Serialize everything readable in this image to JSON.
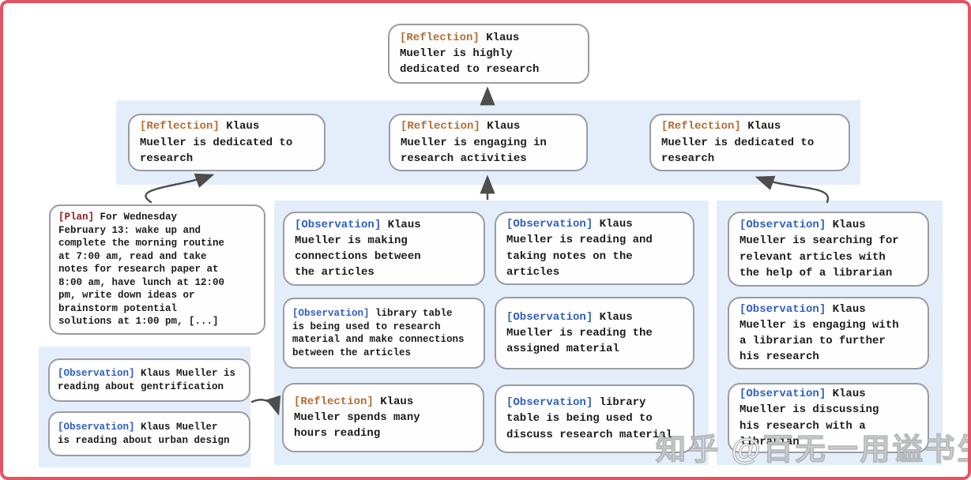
{
  "nodes": {
    "root": {
      "tag": "[Reflection]",
      "type": "reflection",
      "text": " Klaus\nMueller is highly\ndedicated to research"
    },
    "refl_left": {
      "tag": "[Reflection]",
      "type": "reflection",
      "text": " Klaus\nMueller is dedicated to\nresearch"
    },
    "refl_mid": {
      "tag": "[Reflection]",
      "type": "reflection",
      "text": " Klaus\nMueller is engaging in\nresearch activities"
    },
    "refl_right": {
      "tag": "[Reflection]",
      "type": "reflection",
      "text": " Klaus\nMueller is dedicated to\nresearch"
    },
    "plan": {
      "tag": "[Plan]",
      "type": "plan",
      "text": " For Wednesday\nFebruary 13: wake up and\ncomplete the morning routine\nat 7:00 am, read and take\nnotes for research paper at\n8:00 am, have lunch at 12:00\npm, write down ideas or\nbrainstorm potential\nsolutions at 1:00 pm, [...]"
    },
    "obs_gentrification": {
      "tag": "[Observation]",
      "type": "observation",
      "text": " Klaus Mueller is\nreading about gentrification"
    },
    "obs_urban_design": {
      "tag": "[Observation]",
      "type": "observation",
      "text": " Klaus Mueller\nis reading about urban design"
    },
    "obs_connections": {
      "tag": "[Observation]",
      "type": "observation",
      "text": " Klaus\nMueller is making\nconnections between\nthe articles"
    },
    "obs_library_research": {
      "tag": "[Observation]",
      "type": "observation",
      "text": " library table\nis being used to research\nmaterial and make connections\nbetween the articles"
    },
    "refl_hours": {
      "tag": "[Reflection]",
      "type": "reflection",
      "text": " Klaus\nMueller spends many\nhours reading"
    },
    "obs_taking_notes": {
      "tag": "[Observation]",
      "type": "observation",
      "text": " Klaus\nMueller is reading and\ntaking notes on the\narticles"
    },
    "obs_assigned_material": {
      "tag": "[Observation]",
      "type": "observation",
      "text": " Klaus\nMueller is reading the\nassigned material"
    },
    "obs_library_discuss": {
      "tag": "[Observation]",
      "type": "observation",
      "text": " library\ntable is being used to\ndiscuss research material"
    },
    "obs_searching": {
      "tag": "[Observation]",
      "type": "observation",
      "text": " Klaus\nMueller is searching for\nrelevant articles with\nthe help of a librarian"
    },
    "obs_engaging": {
      "tag": "[Observation]",
      "type": "observation",
      "text": " Klaus\nMueller is engaging with\na librarian to further\nhis research"
    },
    "obs_discussing": {
      "tag": "[Observation]",
      "type": "observation",
      "text": " Klaus\nMueller is discussing\nhis research with a\nlibrarian"
    }
  },
  "edges": [
    {
      "from": "refl_mid",
      "to": "root"
    },
    {
      "from": "plan",
      "to": "refl_left"
    },
    {
      "from": "middle_panel",
      "to": "refl_mid"
    },
    {
      "from": "right_panel",
      "to": "refl_right"
    },
    {
      "from": "left_panel",
      "to": "refl_hours"
    }
  ],
  "colors": {
    "frame_border": "#e25563",
    "panel_background": "#e4eefa",
    "node_border": "#999da2",
    "reflection_label": "#b06f35",
    "observation_label": "#2f5fbf",
    "plan_label": "#8f1d1d",
    "body_text": "#1c1c1c",
    "arrow": "#4d4d4d"
  },
  "watermark": {
    "text": "知乎 @百无一用谥书生"
  }
}
